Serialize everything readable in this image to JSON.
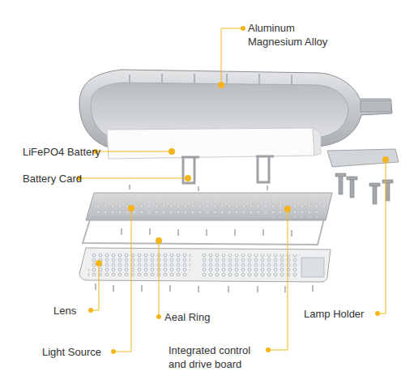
{
  "diagram": {
    "labels": [
      "Aluminum Magnesium Alloy",
      "LiFePO4 Battery",
      "Battery Card",
      "Lens",
      "Aeal Ring",
      "Light Source",
      "Integrated control and drive board",
      "Lamp Holder"
    ]
  }
}
